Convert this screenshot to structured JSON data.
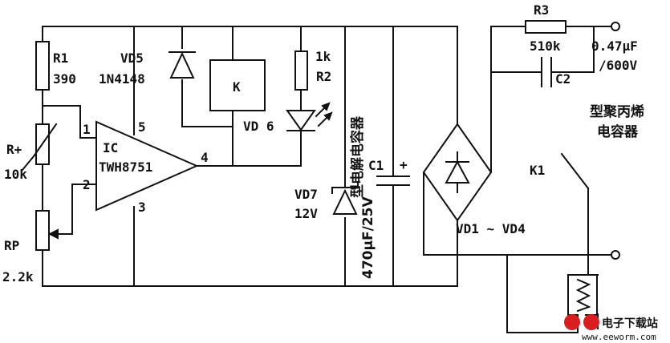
{
  "components": {
    "r1": {
      "ref": "R1",
      "value": "390"
    },
    "r_plus": {
      "ref": "R+",
      "value": "10k"
    },
    "rp": {
      "ref": "RP",
      "value": "2.2k"
    },
    "ic": {
      "ref": "IC",
      "part": "TWH8751",
      "pin1": "1",
      "pin2": "2",
      "pin3": "3",
      "pin4": "4",
      "pin5": "5"
    },
    "vd5": {
      "ref": "VD5",
      "part": "1N4148"
    },
    "relay": {
      "ref": "K"
    },
    "r2": {
      "ref": "R2",
      "value": "1k"
    },
    "vd6": {
      "ref": "VD 6"
    },
    "vd7": {
      "ref": "VD7",
      "value": "12V"
    },
    "c1": {
      "ref": "C1",
      "polarity": "+",
      "value": "470μF/25V",
      "type": "型电解电容器"
    },
    "bridge": {
      "ref": "VD1 ~ VD4"
    },
    "r3": {
      "ref": "R3",
      "value": "510k"
    },
    "c2": {
      "ref": "C2",
      "value1": "0.47μF",
      "value2": "/600V",
      "type1": "型聚丙烯",
      "type2": "电容器"
    },
    "k1": {
      "ref": "K1"
    }
  },
  "watermark": {
    "logo_text": "电子下载站",
    "url": "www.eeworm.com"
  }
}
